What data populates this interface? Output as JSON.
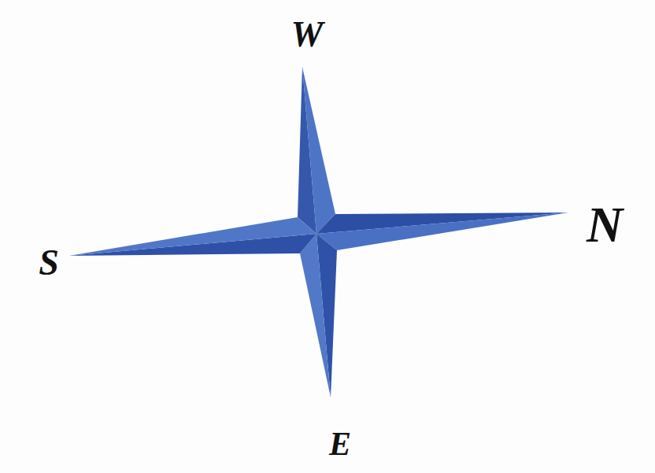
{
  "diagram": {
    "labels": [
      "W",
      "N",
      "S",
      "E"
    ]
  }
}
